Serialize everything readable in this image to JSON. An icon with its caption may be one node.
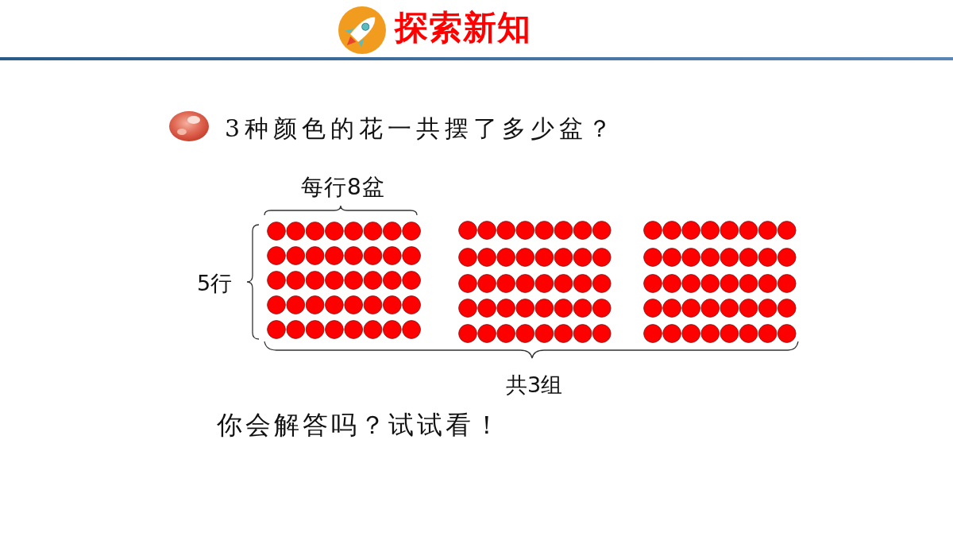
{
  "diagram": {
    "title": "探索新知",
    "labels": [
      "3种颜色的花一共摆了多少盆？",
      "每行8盆",
      "5行",
      "共3组",
      "你会解答吗？试试看！"
    ]
  }
}
